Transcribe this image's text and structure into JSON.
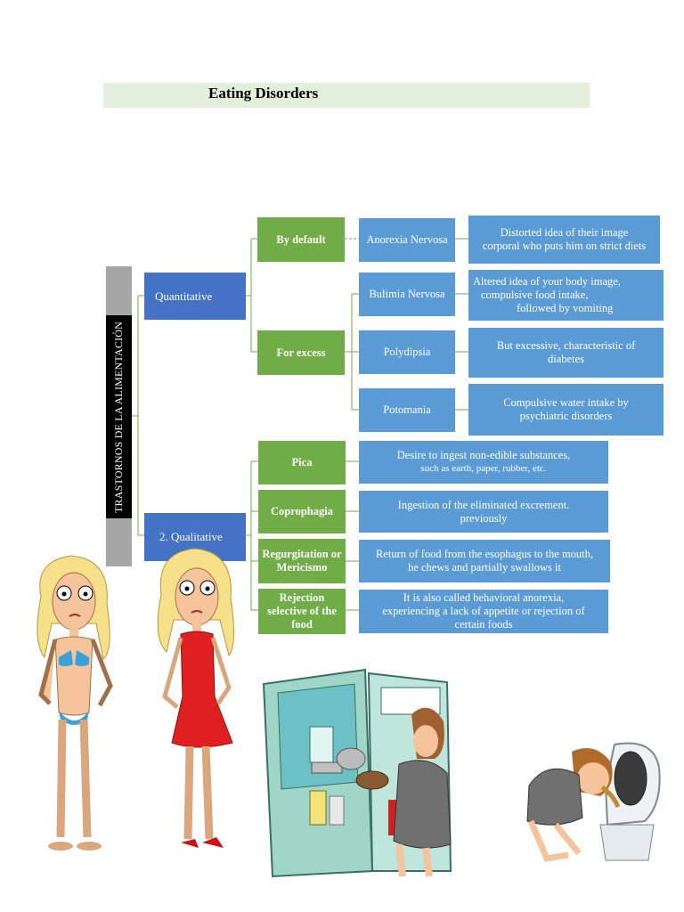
{
  "title": "Eating Disorders",
  "root": "TRASTORNOS DE LA ALIMENTACIÓN",
  "branches": {
    "quantitative": "Quantitative",
    "qualitative": "2. Qualitative"
  },
  "quantitative_groups": {
    "by_default": "By default",
    "for_excess": "For excess"
  },
  "disorders": {
    "anorexia": {
      "name": "Anorexia Nervosa",
      "desc_l1": "Distorted idea of their image",
      "desc_l2": "corporal who puts him on strict diets"
    },
    "bulimia": {
      "name": "Bulimia Nervosa",
      "desc_l1": "Altered idea of your body image,",
      "desc_l2": "compulsive food intake,",
      "desc_l3": "followed by vomiting"
    },
    "polydipsia": {
      "name": "Polydipsia",
      "desc_l1": "But excessive, characteristic of",
      "desc_l2": "diabetes"
    },
    "potomania": {
      "name": "Potomania",
      "desc_l1": "Compulsive water intake by",
      "desc_l2": "psychiatric disorders"
    }
  },
  "qualitative_items": {
    "pica": {
      "name": "Pica",
      "desc_l1": "Desire to ingest non-edible substances,",
      "desc_l2": "such as earth, paper, rubber, etc."
    },
    "coprophagia": {
      "name": "Coprophagia",
      "desc_l1": "Ingestion of the eliminated excrement.",
      "desc_l2": "previously"
    },
    "regurgitation": {
      "name_l1": "Regurgitation or",
      "name_l2": "Mericismo",
      "desc_l1": "Return of food from the esophagus to the mouth,",
      "desc_l2": "he chews and partially swallows it"
    },
    "rejection": {
      "name_l1": "Rejection",
      "name_l2": "selective of the",
      "name_l3": "food",
      "desc_l1": "It is also called behavioral anorexia,",
      "desc_l2": "experiencing a lack of appetite or rejection of",
      "desc_l3": "certain foods"
    }
  },
  "colors": {
    "title_bg": "#e2efda",
    "root_gray": "#a6a6a6",
    "root_black": "#000000",
    "branch_blue": "#4472c4",
    "group_green": "#70ad47",
    "item_blue": "#5b9bd5",
    "connector": "#70ad47"
  }
}
